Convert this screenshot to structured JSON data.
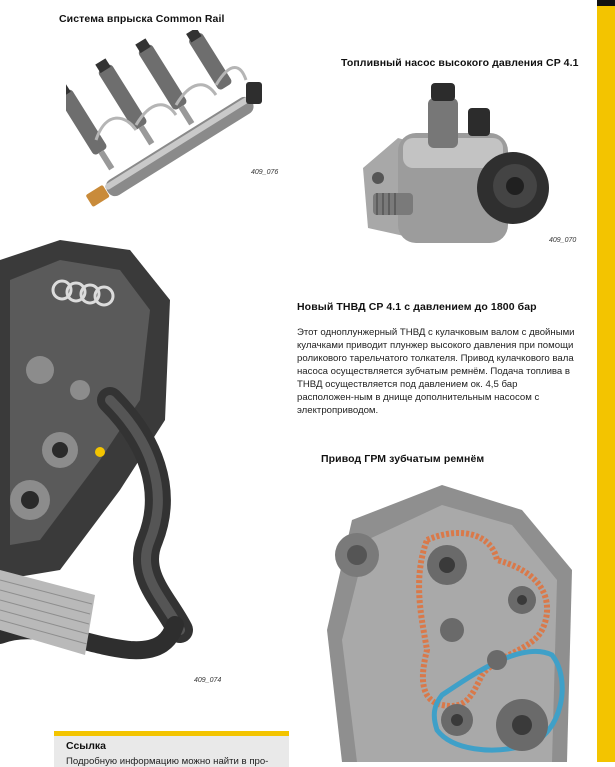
{
  "titles": {
    "common_rail": "Система впрыска Common Rail",
    "pump": "Топливный насос высокого давления CP 4.1",
    "pump_section": "Новый ТНВД CP 4.1 с давлением до 1800 бар",
    "belt_drive": "Привод ГРМ зубчатым ремнём"
  },
  "figure_labels": {
    "common_rail": "409_076",
    "pump": "409_070",
    "engine": "409_074"
  },
  "body_text": "Этот одноплунжерный ТНВД с кулачковым валом с двойными кулачками приводит плунжер высокого давления при помощи роликового тарельчатого толкателя. Привод кулачкового вала насоса осуществляется зубчатым ремнём. Подача топлива в ТНВД осуществляется под давлением ок. 4,5 бар расположен-ным в днище дополнительным насосом с электроприводом.",
  "note": {
    "title": "Ссылка",
    "text": "Подробную информацию можно найти в про-"
  },
  "colors": {
    "accent_yellow": "#f3c400",
    "note_background": "#e9e9e9",
    "belt_orange": "#d9794a",
    "belt_blue": "#3fa0c8"
  }
}
